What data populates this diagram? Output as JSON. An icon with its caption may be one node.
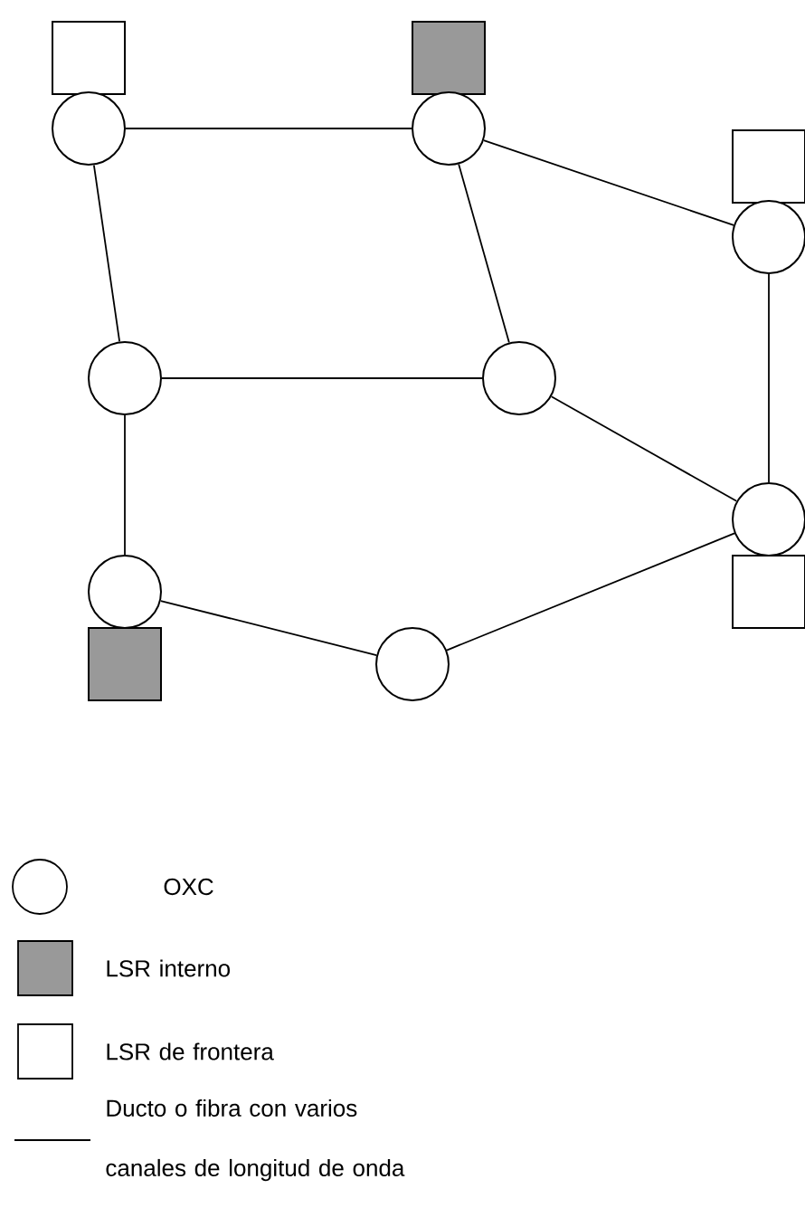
{
  "diagram": {
    "nodes": [
      {
        "text": [],
        "shape": "box"
      },
      {
        "text": [],
        "shape": "box"
      },
      {
        "text": [],
        "shape": "circle"
      },
      {
        "text": [],
        "shape": "circle"
      },
      {
        "text": [],
        "shape": "box"
      },
      {
        "text": [],
        "shape": "circle"
      },
      {
        "text": [],
        "shape": "circle"
      },
      {
        "text": [],
        "shape": "circle"
      },
      {
        "text": [],
        "shape": "circle"
      },
      {
        "text": [],
        "shape": "circle"
      },
      {
        "text": [],
        "shape": "box"
      },
      {
        "text": [],
        "shape": "box"
      },
      {
        "text": [],
        "shape": "circle"
      }
    ],
    "edges": [
      {
        "from": 2,
        "to": 3,
        "arrow": "none"
      },
      {
        "from": 3,
        "to": 5,
        "arrow": "none"
      },
      {
        "from": 2,
        "to": 6,
        "arrow": "none"
      },
      {
        "from": 3,
        "to": 7,
        "arrow": "none"
      },
      {
        "from": 6,
        "to": 7,
        "arrow": "none"
      },
      {
        "from": 5,
        "to": 8,
        "arrow": "none"
      },
      {
        "from": 7,
        "to": 8,
        "arrow": "none"
      },
      {
        "from": 6,
        "to": 9,
        "arrow": "none"
      },
      {
        "from": 9,
        "to": 12,
        "arrow": "none"
      },
      {
        "from": 12,
        "to": 8,
        "arrow": "none"
      }
    ],
    "legend": [
      {
        "text": "OXC"
      },
      {
        "text": "LSR interno",
        "color": "#999999"
      },
      {
        "text": "LSR de frontera"
      },
      {
        "text": "Ducto o fibra con varios canales de longitud de onda"
      }
    ]
  }
}
